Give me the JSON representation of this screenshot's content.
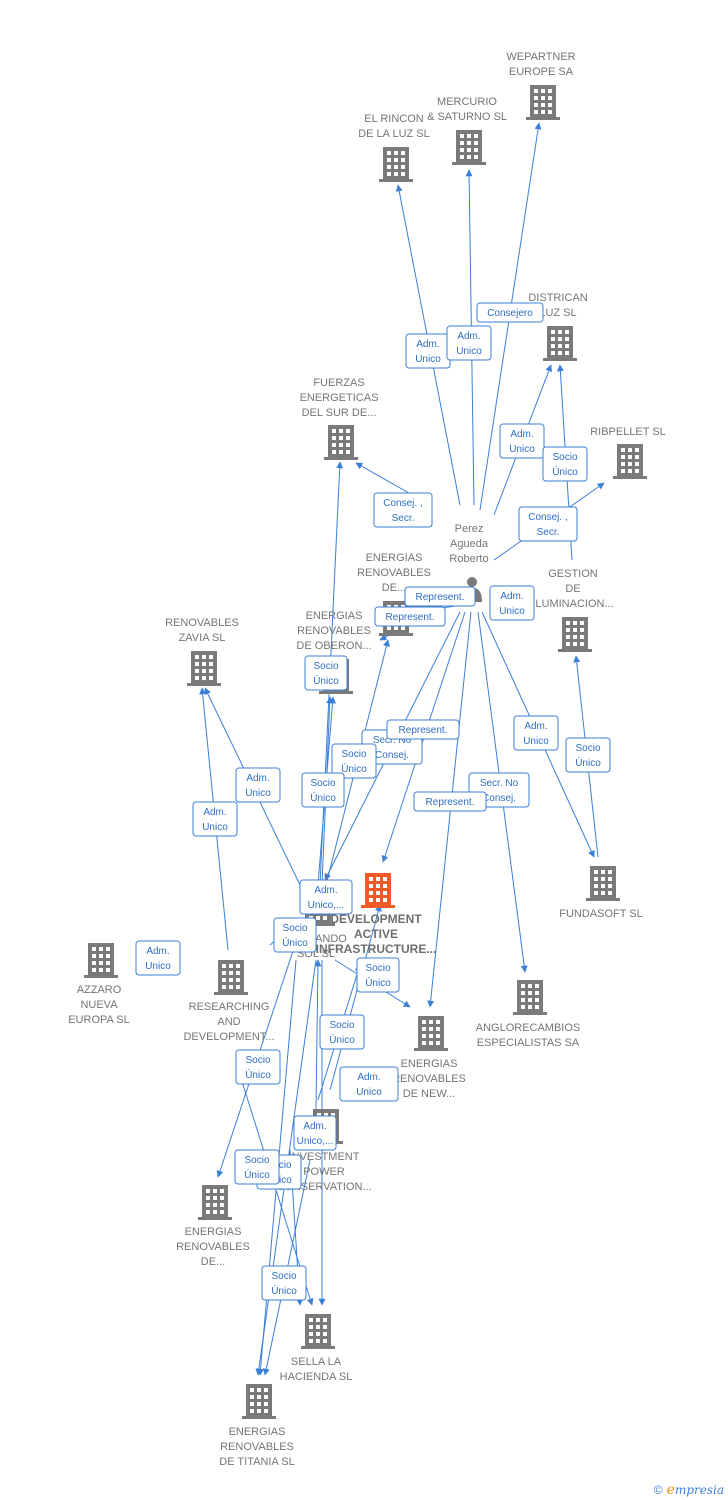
{
  "colors": {
    "building": "#7a7a7a",
    "main_building": "#f05a28",
    "edge": "#3b7fd8",
    "label_text": "#757575"
  },
  "person": {
    "id": "perez",
    "name": [
      "Perez",
      "Agueda",
      "Roberto"
    ]
  },
  "nodes": [
    {
      "id": "wepartner",
      "label": [
        "WEPARTNER",
        "EUROPE SA"
      ],
      "icon": "building-icon"
    },
    {
      "id": "mercurio",
      "label": [
        "MERCURIO",
        "& SATURNO  SL"
      ],
      "icon": "building-icon"
    },
    {
      "id": "rincon",
      "label": [
        "EL RINCON",
        "DE LA LUZ SL"
      ],
      "icon": "building-icon"
    },
    {
      "id": "districan",
      "label": [
        "DISTRICAN",
        "LUZ SL"
      ],
      "icon": "building-icon"
    },
    {
      "id": "fuerzas",
      "label": [
        "FUERZAS",
        "ENERGETICAS",
        "DEL SUR DE..."
      ],
      "icon": "building-icon"
    },
    {
      "id": "ribpellet",
      "label": [
        "RIBPELLET SL"
      ],
      "icon": "building-icon"
    },
    {
      "id": "energias_de",
      "label": [
        "ENERGIAS",
        "RENOVABLES",
        "DE..."
      ],
      "icon": "building-icon"
    },
    {
      "id": "gestion",
      "label": [
        "GESTION",
        "DE",
        "ILUMINACION..."
      ],
      "icon": "building-icon"
    },
    {
      "id": "renovables_zavia",
      "label": [
        "RENOVABLES",
        "ZAVIA  SL"
      ],
      "icon": "building-icon"
    },
    {
      "id": "oberon",
      "label": [
        "ENERGIAS",
        "RENOVABLES",
        "DE OBERON..."
      ],
      "icon": "building-icon"
    },
    {
      "id": "main",
      "label": [
        "DEVELOPMENT",
        "ACTIVE",
        "INFRASTRUCTURE..."
      ],
      "icon": "building-icon-highlighted"
    },
    {
      "id": "fundasoft",
      "label": [
        "FUNDASOFT SL"
      ],
      "icon": "building-icon"
    },
    {
      "id": "fernando",
      "label": [
        "FERNANDO",
        "SOL SL"
      ],
      "icon": "building-icon"
    },
    {
      "id": "azzaro",
      "label": [
        "AZZARO",
        "NUEVA",
        "EUROPA  SL"
      ],
      "icon": "building-icon"
    },
    {
      "id": "researching",
      "label": [
        "RESEARCHING",
        "AND",
        "DEVELOPMENT..."
      ],
      "icon": "building-icon"
    },
    {
      "id": "anglorecambios",
      "label": [
        "ANGLORECAMBIOS",
        "ESPECIALISTAS SA"
      ],
      "icon": "building-icon"
    },
    {
      "id": "energias_new",
      "label": [
        "ENERGIAS",
        "RENOVABLES",
        "DE NEW..."
      ],
      "icon": "building-icon"
    },
    {
      "id": "investment",
      "label": [
        "INVESTMENT",
        "POWER",
        "CONSERVATION..."
      ],
      "icon": "building-icon"
    },
    {
      "id": "energias_de2",
      "label": [
        "ENERGIAS",
        "RENOVABLES",
        "DE..."
      ],
      "icon": "building-icon"
    },
    {
      "id": "sella",
      "label": [
        "SELLA LA",
        "HACIENDA  SL"
      ],
      "icon": "building-icon"
    },
    {
      "id": "titania",
      "label": [
        "ENERGIAS",
        "RENOVABLES",
        "DE TITANIA  SL"
      ],
      "icon": "building-icon"
    }
  ],
  "edge_labels": [
    {
      "id": "e1",
      "lines": [
        "Consejero"
      ]
    },
    {
      "id": "e2",
      "lines": [
        "Adm.",
        "Unico"
      ]
    },
    {
      "id": "e3",
      "lines": [
        "Adm.",
        "Unico"
      ]
    },
    {
      "id": "e4",
      "lines": [
        "Adm.",
        "Unico"
      ]
    },
    {
      "id": "e5",
      "lines": [
        "Socio",
        "Único"
      ]
    },
    {
      "id": "e6",
      "lines": [
        "Consej. ,",
        "Secr."
      ]
    },
    {
      "id": "e7",
      "lines": [
        "Consej. ,",
        "Secr."
      ]
    },
    {
      "id": "e8",
      "lines": [
        "Represent."
      ]
    },
    {
      "id": "e9",
      "lines": [
        "Represent."
      ]
    },
    {
      "id": "e10",
      "lines": [
        "Adm.",
        "Unico"
      ]
    },
    {
      "id": "e11",
      "lines": [
        "Socio",
        "Único"
      ]
    },
    {
      "id": "e12",
      "lines": [
        "Secr.  No",
        "Consej."
      ]
    },
    {
      "id": "e13",
      "lines": [
        "Represent."
      ]
    },
    {
      "id": "e14",
      "lines": [
        "Socio",
        "Único"
      ]
    },
    {
      "id": "e15",
      "lines": [
        "Adm.",
        "Unico"
      ]
    },
    {
      "id": "e16",
      "lines": [
        "Socio",
        "Único"
      ]
    },
    {
      "id": "e17",
      "lines": [
        "Adm.",
        "Unico"
      ]
    },
    {
      "id": "e18",
      "lines": [
        "Secr.  No",
        "Consej."
      ]
    },
    {
      "id": "e19",
      "lines": [
        "Represent."
      ]
    },
    {
      "id": "e20",
      "lines": [
        "Socio",
        "Único"
      ]
    },
    {
      "id": "e21",
      "lines": [
        "Adm.",
        "Unico"
      ]
    },
    {
      "id": "e22",
      "lines": [
        "Socio",
        "Único"
      ]
    },
    {
      "id": "e23",
      "lines": [
        "Adm.",
        "Unico,..."
      ]
    },
    {
      "id": "e24",
      "lines": [
        "Socio",
        "Único"
      ]
    },
    {
      "id": "e25",
      "lines": [
        "Adm.",
        "Unico"
      ]
    },
    {
      "id": "e26",
      "lines": [
        "Socio",
        "Único"
      ]
    },
    {
      "id": "e27",
      "lines": [
        "Socio",
        "Único"
      ]
    },
    {
      "id": "e28",
      "lines": [
        "Adm.",
        "Unico"
      ]
    },
    {
      "id": "e29",
      "lines": [
        "Adm.",
        "Unico,..."
      ]
    },
    {
      "id": "e30",
      "lines": [
        "Socio",
        "Único"
      ]
    },
    {
      "id": "e31",
      "lines": [
        "Socio",
        "Único"
      ]
    },
    {
      "id": "e32",
      "lines": [
        "Socio",
        "Único"
      ]
    },
    {
      "id": "e33",
      "lines": [
        "Socio",
        "Único"
      ]
    }
  ],
  "footer": {
    "copyright": "©",
    "brand_initial": "e",
    "brand_rest": "mpresia"
  }
}
